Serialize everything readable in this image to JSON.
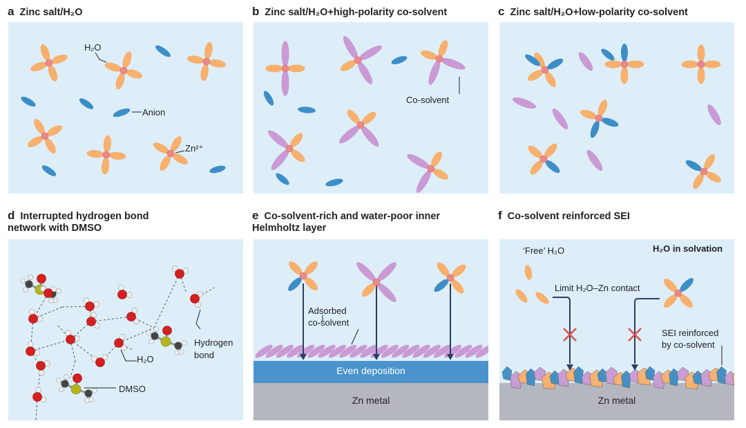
{
  "panels": {
    "a": {
      "letter": "a",
      "title": "Zinc salt/H₂O",
      "labels": {
        "h2o": "H₂O",
        "anion": "Anion",
        "zn": "Zn²⁺"
      }
    },
    "b": {
      "letter": "b",
      "title": "Zinc salt/H₂O+high-polarity co-solvent",
      "labels": {
        "cosolvent": "Co-solvent"
      }
    },
    "c": {
      "letter": "c",
      "title": "Zinc salt/H₂O+low-polarity co-solvent"
    },
    "d": {
      "letter": "d",
      "title_line1": "Interrupted hydrogen bond",
      "title_line2": "network with DMSO",
      "labels": {
        "hbond1": "Hydrogen",
        "hbond2": "bond",
        "h2o": "H₂O",
        "dmso": "DMSO"
      }
    },
    "e": {
      "letter": "e",
      "title_line1": "Co-solvent-rich and water-poor inner",
      "title_line2": "Helmholtz layer",
      "labels": {
        "adsorbed1": "Adsorbed",
        "adsorbed2": "co-solvent",
        "even": "Even deposition",
        "zn": "Zn metal"
      }
    },
    "f": {
      "letter": "f",
      "title": "Co-solvent reinforced SEI",
      "labels": {
        "free": "‘Free’ H₂O",
        "solvation": "H₂O in solvation",
        "limit": "Limit H₂O–Zn contact",
        "sei1": "SEI reinforced",
        "sei2": "by co-solvent",
        "zn": "Zn metal"
      }
    }
  },
  "colors": {
    "background": "#ddeef9",
    "water": "#f7b06d",
    "zinc": "#e88a8a",
    "anion": "#3d8ec7",
    "cosolvent": "#c99ad3",
    "deposition": "#4a93cc",
    "metal": "#b5b7c0",
    "arrow": "#2c3e63",
    "cross": "#d9534f",
    "oxygen": "#d42020",
    "sulfur": "#b5b520",
    "carbon": "#444444",
    "hydrogen": "#eeeeee"
  }
}
